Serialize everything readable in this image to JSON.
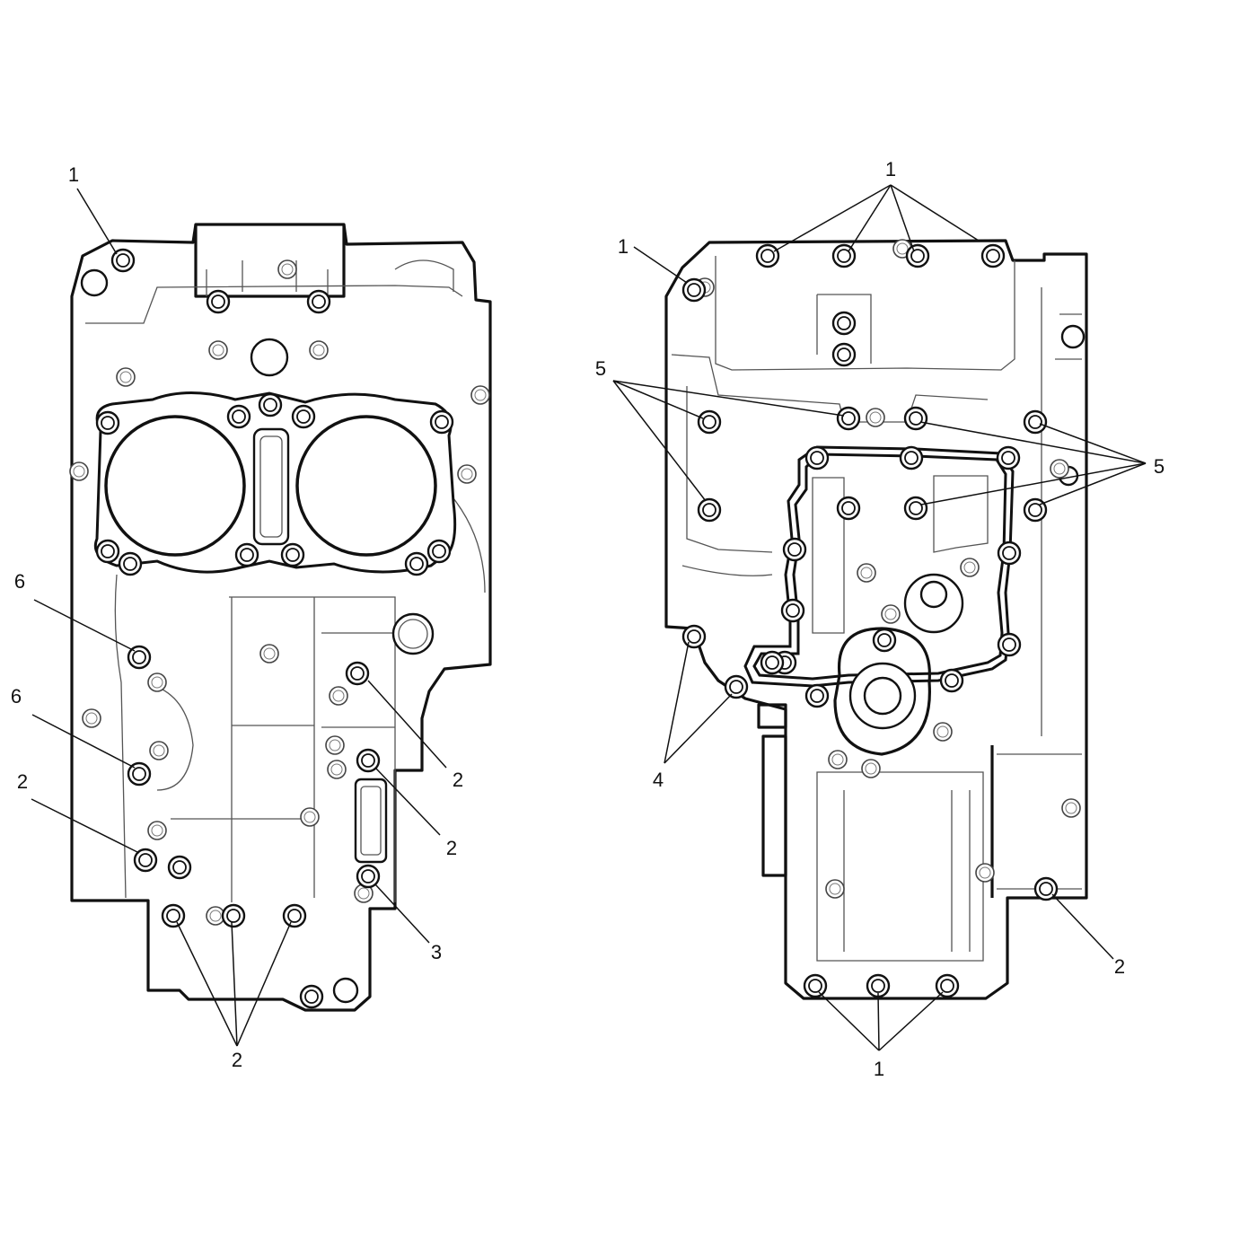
{
  "diagram": {
    "views": [
      {
        "id": "upper-crankcase",
        "callouts": [
          "1",
          "6",
          "6",
          "2",
          "2",
          "2",
          "3",
          "2"
        ]
      },
      {
        "id": "lower-crankcase",
        "callouts": [
          "1",
          "1",
          "5",
          "5",
          "4",
          "2",
          "1"
        ]
      }
    ]
  }
}
